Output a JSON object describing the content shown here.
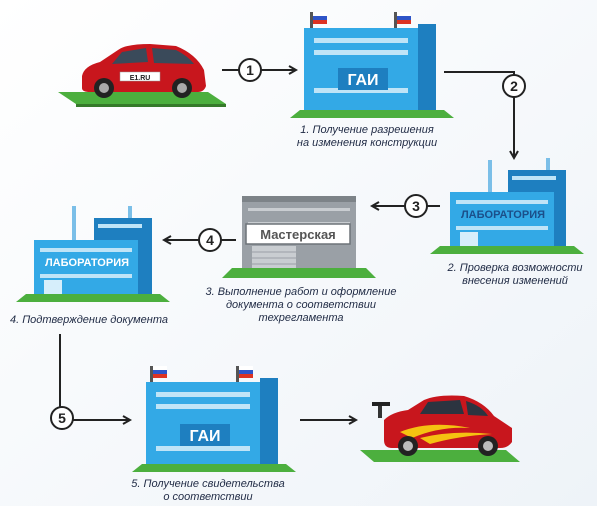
{
  "steps": [
    {
      "number": "1",
      "caption": [
        "1. Получение разрешения",
        "на изменения конструкции"
      ]
    },
    {
      "number": "2",
      "caption": [
        "2. Проверка возможности",
        "внесения изменений"
      ]
    },
    {
      "number": "3",
      "caption": [
        "3. Выполнение работ и оформление",
        "документа о соответствии",
        "техрегламента"
      ]
    },
    {
      "number": "4",
      "caption": [
        "4. Подтверждение документа"
      ]
    },
    {
      "number": "5",
      "caption": [
        "5. Получение свидетельства",
        "о соответствии"
      ]
    }
  ],
  "signs": {
    "gai": "ГАИ",
    "lab": "ЛАБОРАТОРИЯ",
    "workshop": "Мастерская"
  },
  "plate": "E1.RU",
  "colors": {
    "building_blue": "#33a9e6",
    "building_dark": "#1e7fc0",
    "workshop_grey": "#9aa0a6",
    "grass": "#4caf3e",
    "car_red": "#c8161d",
    "flame_yellow": "#f5c211",
    "arrow": "#222222",
    "caption": "#1f2a44"
  }
}
